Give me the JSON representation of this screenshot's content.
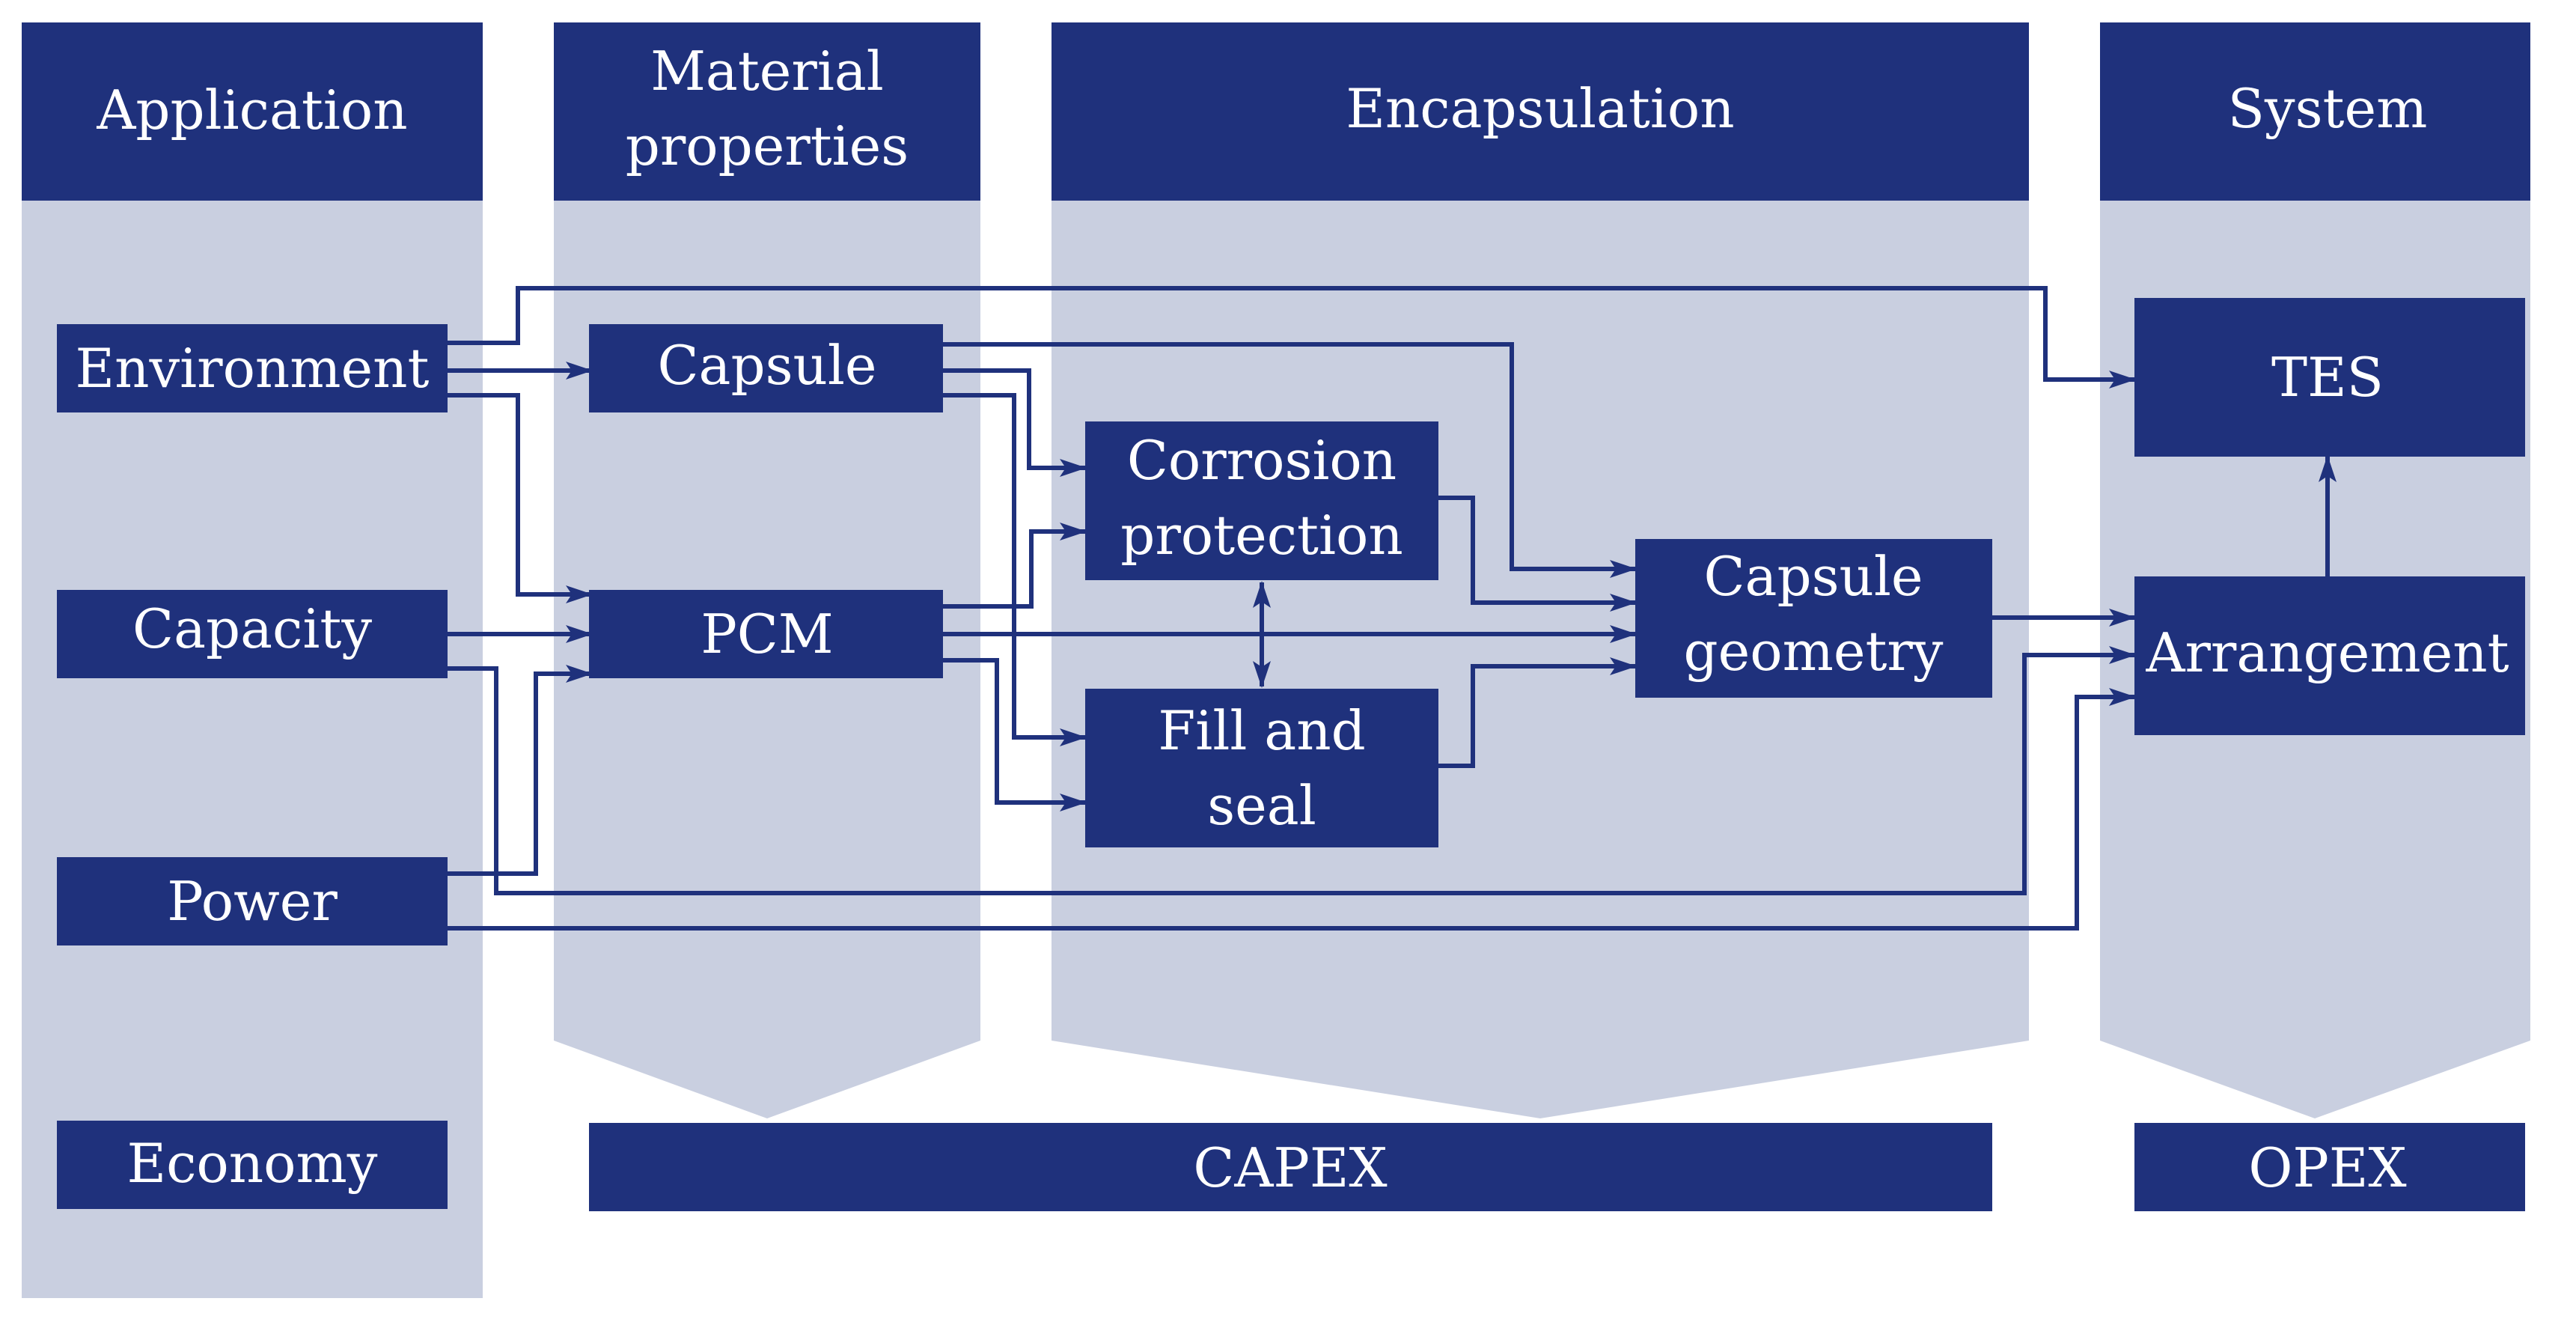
{
  "colors": {
    "lane": "#c9cfe0",
    "box": "#1f317c",
    "text": "#ffffff",
    "edge": "#1f317c"
  },
  "headers": {
    "application": "Application",
    "material_line1": "Material",
    "material_line2": "properties",
    "encapsulation": "Encapsulation",
    "system": "System"
  },
  "nodes": {
    "environment": "Environment",
    "capacity": "Capacity",
    "power": "Power",
    "economy": "Economy",
    "capsule": "Capsule",
    "pcm": "PCM",
    "corrosion_line1": "Corrosion",
    "corrosion_line2": "protection",
    "fill_line1": "Fill and",
    "fill_line2": "seal",
    "geometry_line1": "Capsule",
    "geometry_line2": "geometry",
    "tes": "TES",
    "arrangement": "Arrangement",
    "capex": "CAPEX",
    "opex": "OPEX"
  },
  "edges": [
    [
      "Environment",
      "Capsule"
    ],
    [
      "Environment",
      "PCM"
    ],
    [
      "Environment",
      "TES"
    ],
    [
      "Capacity",
      "PCM"
    ],
    [
      "Capacity",
      "Arrangement"
    ],
    [
      "Power",
      "PCM"
    ],
    [
      "Power",
      "Arrangement"
    ],
    [
      "Capsule",
      "Corrosion protection"
    ],
    [
      "Capsule",
      "Fill and seal"
    ],
    [
      "Capsule",
      "Capsule geometry"
    ],
    [
      "PCM",
      "Corrosion protection"
    ],
    [
      "PCM",
      "Fill and seal"
    ],
    [
      "PCM",
      "Capsule geometry"
    ],
    [
      "Corrosion protection",
      "Capsule geometry"
    ],
    [
      "Fill and seal",
      "Capsule geometry"
    ],
    [
      "Corrosion protection",
      "Fill and seal"
    ],
    [
      "Capsule geometry",
      "Arrangement"
    ],
    [
      "Arrangement",
      "TES"
    ]
  ]
}
